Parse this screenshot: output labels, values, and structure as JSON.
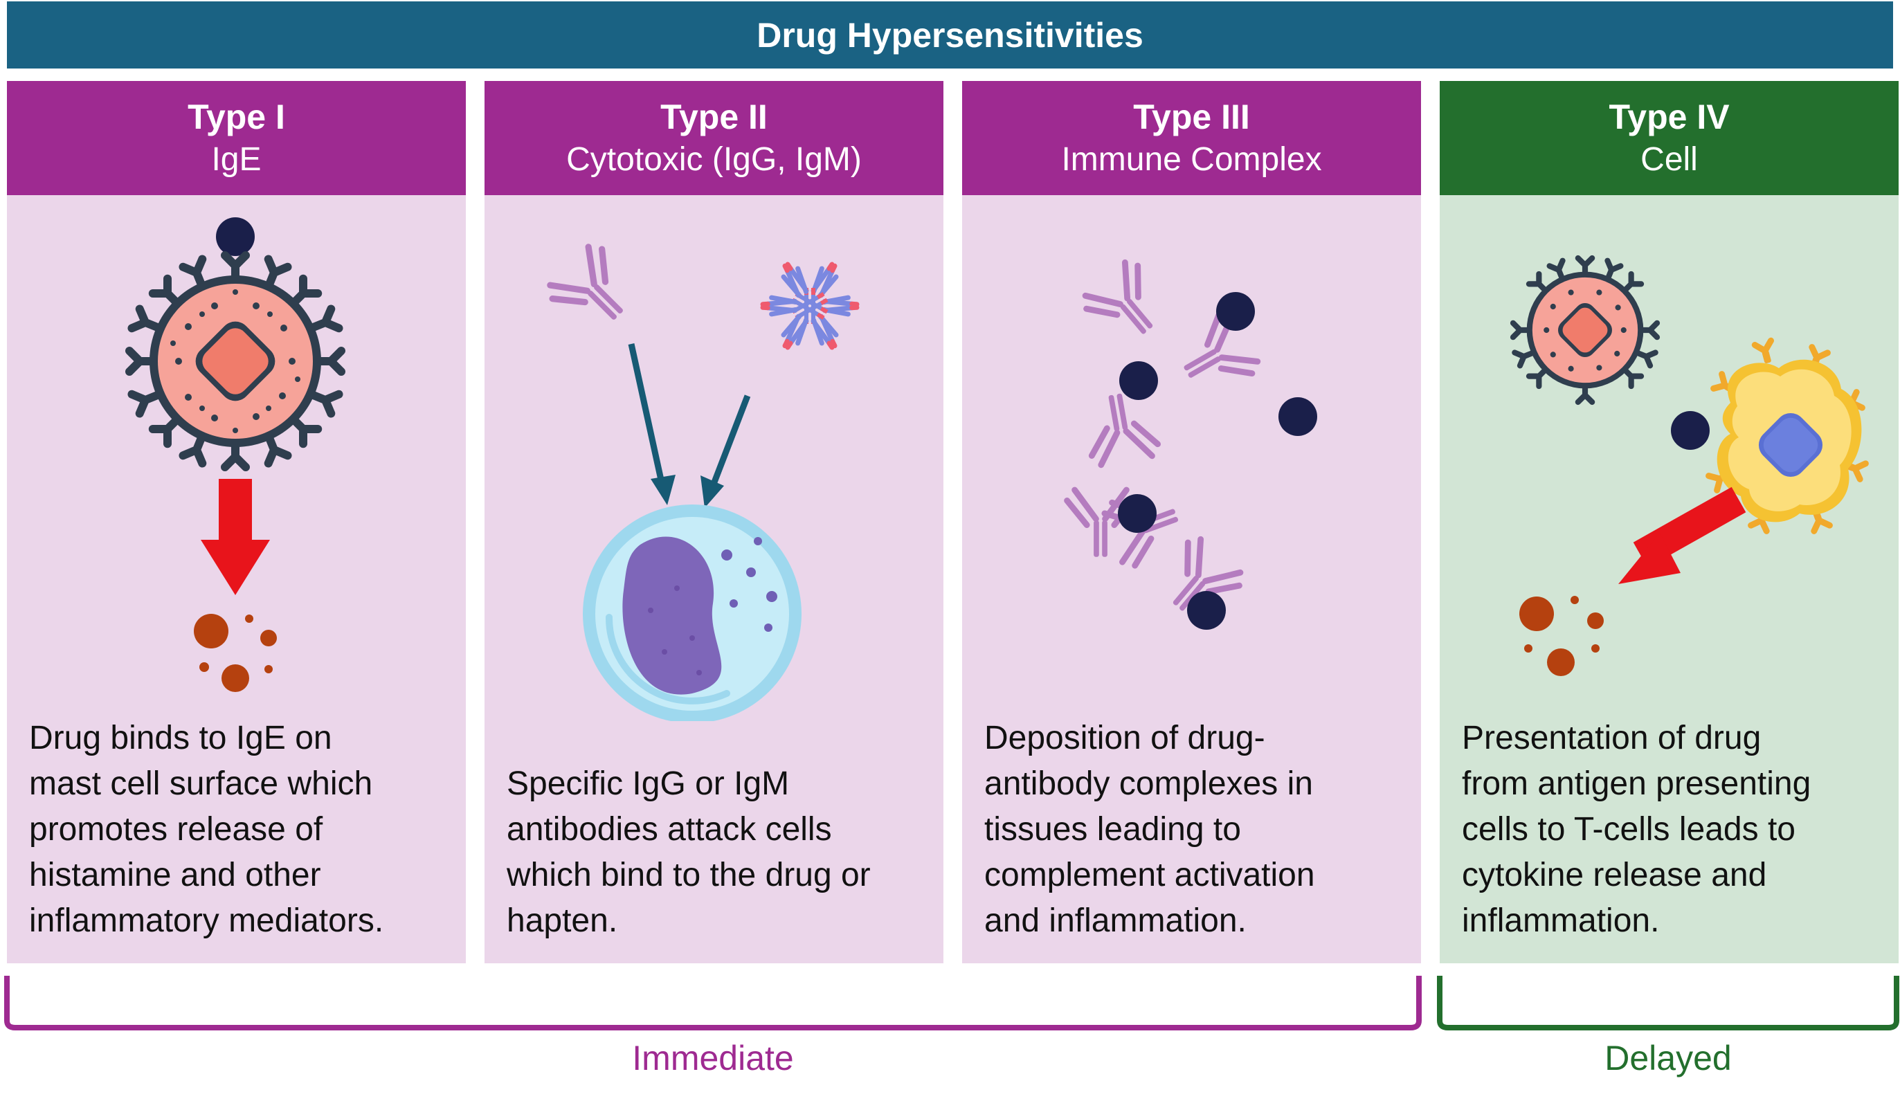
{
  "title": "Drug Hypersensitivities",
  "columns": [
    {
      "type": "Type I",
      "subtitle": "IgE",
      "description": [
        "Drug binds to IgE on",
        "mast cell surface which",
        "promotes release of",
        "histamine and other",
        "inflammatory mediators."
      ]
    },
    {
      "type": "Type II",
      "subtitle": "Cytotoxic (IgG, IgM)",
      "description": [
        "Specific IgG or IgM",
        "antibodies attack cells",
        "which bind to the drug or",
        "hapten."
      ]
    },
    {
      "type": "Type III",
      "subtitle": "Immune Complex",
      "description": [
        "Deposition of drug-",
        "antibody complexes in",
        "tissues leading to",
        "complement activation",
        "and inflammation."
      ]
    },
    {
      "type": "Type IV",
      "subtitle": "Cell",
      "description": [
        "Presentation of drug",
        "from antigen presenting",
        "cells to T-cells leads to",
        "cytokine release and",
        "inflammation."
      ]
    }
  ],
  "phases": {
    "immediate": "Immediate",
    "delayed": "Delayed"
  },
  "colors": {
    "banner": "#1a6283",
    "purple_header": "#9e2a91",
    "purple_body": "#ebd6ea",
    "green_header": "#236f2d",
    "green_body": "#d2e5d5"
  }
}
